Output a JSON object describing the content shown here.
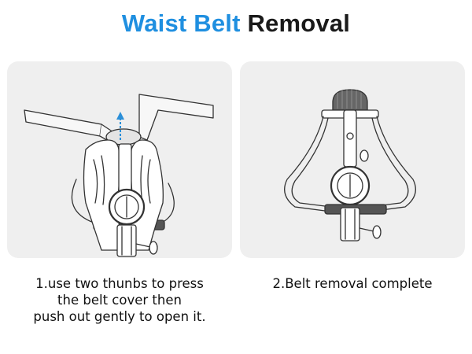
{
  "header": {
    "title_accent": "Waist Belt",
    "title_rest": "Removal"
  },
  "steps": [
    {
      "caption_lines": [
        "1.use two thunbs to press",
        "the belt cover then",
        "push out gently to open it."
      ]
    },
    {
      "caption_lines": [
        "2.Belt removal complete"
      ]
    }
  ],
  "colors": {
    "accent": "#1f8fe0",
    "panel_bg": "#efefef",
    "arrow": "#2b8fd8"
  }
}
